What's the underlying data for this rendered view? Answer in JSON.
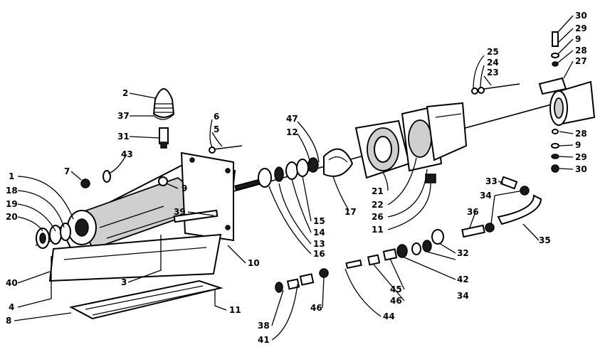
{
  "callouts": {
    "c1": "1",
    "c2": "2",
    "c3": "3",
    "c4": "4",
    "c5": "5",
    "c6": "6",
    "c7": "7",
    "c8": "8",
    "c9": "9",
    "c9b": "9",
    "c9c": "9",
    "c10": "10",
    "c11": "11",
    "c11b": "11",
    "c12": "12",
    "c13": "13",
    "c14": "14",
    "c15": "15",
    "c16": "16",
    "c17": "17",
    "c18": "18",
    "c19": "19",
    "c20": "20",
    "c21": "21",
    "c22": "22",
    "c23": "23",
    "c24": "24",
    "c25": "25",
    "c26": "26",
    "c27": "27",
    "c28": "28",
    "c28b": "28",
    "c29": "29",
    "c29b": "29",
    "c30": "30",
    "c30b": "30",
    "c31": "31",
    "c32": "32",
    "c33": "33",
    "c34": "34",
    "c34b": "34",
    "c35": "35",
    "c36": "36",
    "c37": "37",
    "c38": "38",
    "c39": "39",
    "c40": "40",
    "c41": "41",
    "c42": "42",
    "c43": "43",
    "c44": "44",
    "c45": "45",
    "c46": "46",
    "c46b": "46",
    "c47": "47"
  }
}
